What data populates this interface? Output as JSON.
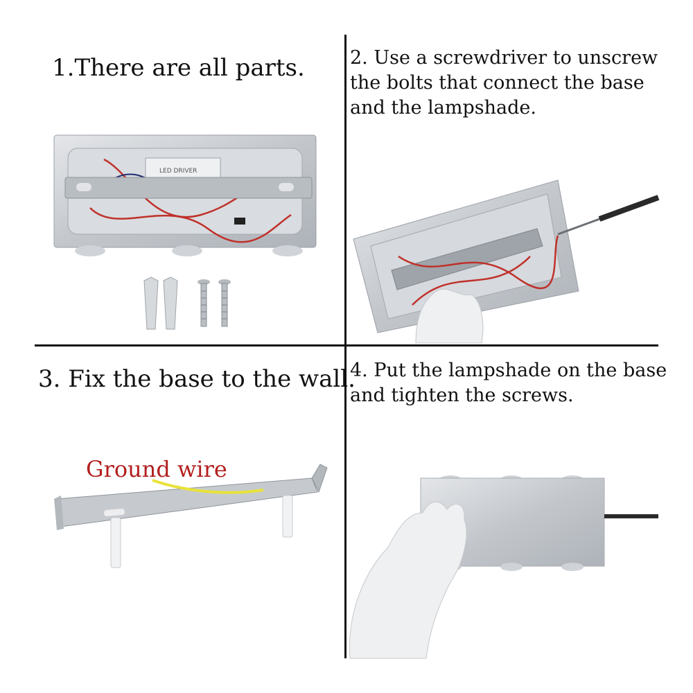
{
  "steps": [
    {
      "number": "1",
      "text": "1.There are all parts."
    },
    {
      "number": "2",
      "text": "2. Use a screwdriver to unscrew the bolts that connect the base and the lampshade."
    },
    {
      "number": "3",
      "text": "3. Fix the base to the wall."
    },
    {
      "number": "4",
      "text": "4. Put the lampshade on the base and tighten the screws."
    }
  ],
  "annotations": {
    "ground_wire": "Ground wire",
    "driver_label": "LED DRIVER"
  },
  "colors": {
    "annotation_red": "#b21f1f",
    "aluminum": "#c9ccd0",
    "wire_red": "#c0302a",
    "wire_yellow": "#e8e23a",
    "divider": "#111111"
  }
}
